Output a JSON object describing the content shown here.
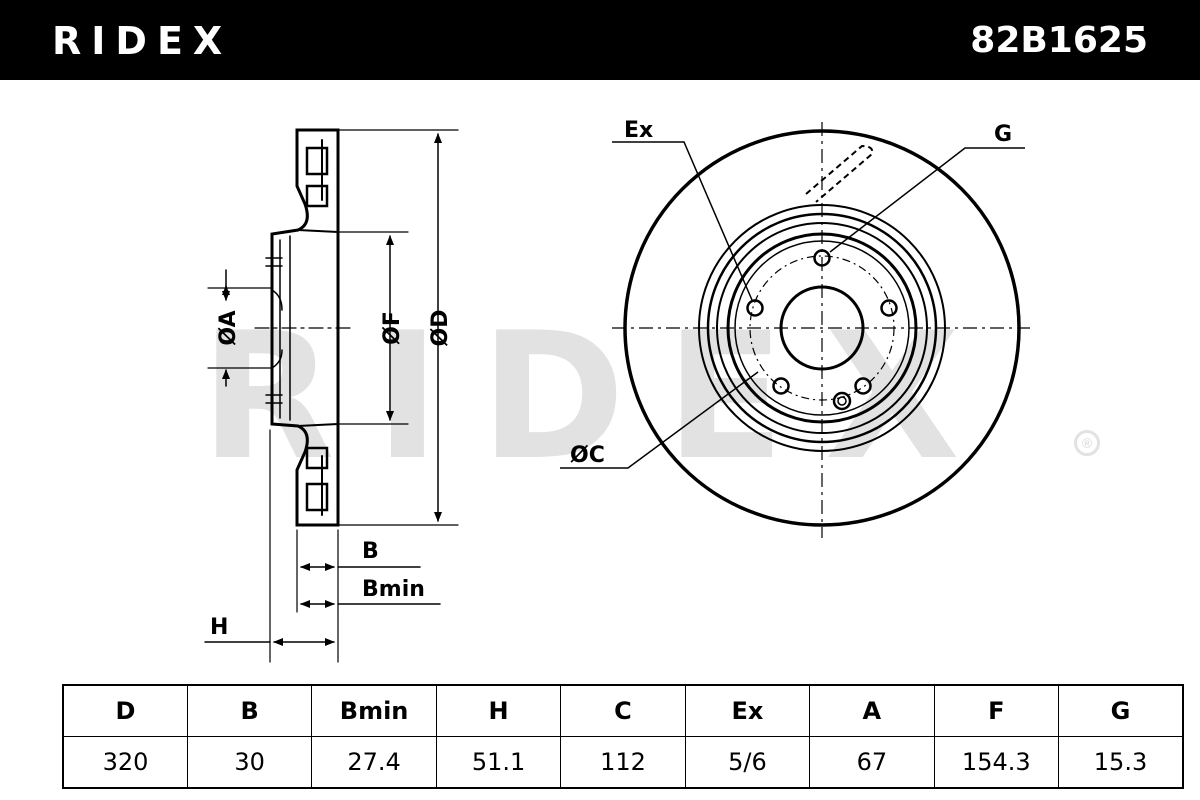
{
  "brand": {
    "logo_text": "RIDEX",
    "watermark_text": "RIDEX",
    "registered_mark": "®"
  },
  "part_number": "82B1625",
  "labels": {
    "diameter_a": "ØA",
    "diameter_f": "ØF",
    "diameter_d": "ØD",
    "diameter_c": "ØC",
    "thickness_b": "B",
    "thickness_bmin": "Bmin",
    "height_h": "H",
    "holes_ex": "Ex",
    "hole_g": "G"
  },
  "specs": {
    "headers": [
      "D",
      "B",
      "Bmin",
      "H",
      "C",
      "Ex",
      "A",
      "F",
      "G"
    ],
    "values": [
      "320",
      "30",
      "27.4",
      "51.1",
      "112",
      "5/6",
      "67",
      "154.3",
      "15.3"
    ]
  }
}
